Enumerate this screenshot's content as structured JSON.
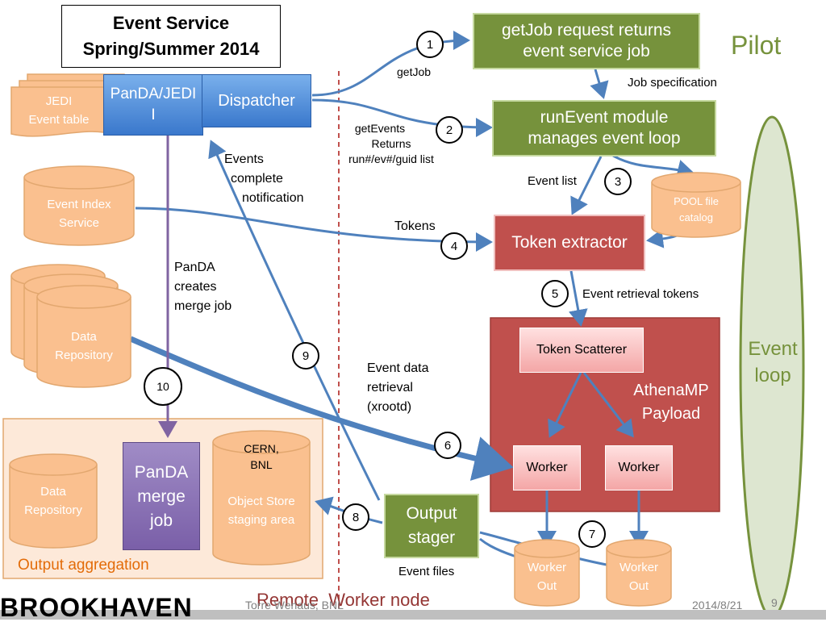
{
  "title": {
    "line1": "Event Service",
    "line2": "Spring/Summer 2014"
  },
  "pilot_label": "Pilot",
  "event_loop": {
    "line1": "Event",
    "line2": "loop"
  },
  "jedi_table": {
    "line1": "JEDI",
    "line2": "Event table"
  },
  "panda_jedi": {
    "line1": "PanDA/JEDI",
    "line2": "I"
  },
  "dispatcher": "Dispatcher",
  "event_index": {
    "line1": "Event Index",
    "line2": "Service"
  },
  "data_repository_top": {
    "line1": "Data",
    "line2": "Repository"
  },
  "data_repository_bottom": {
    "line1": "Data",
    "line2": "Repository"
  },
  "getjob_box": {
    "line1": "getJob request returns",
    "line2": "event service job"
  },
  "runevent_box": {
    "line1": "runEvent module",
    "line2": "manages event loop"
  },
  "token_extractor": "Token extractor",
  "pool_catalog": {
    "line1": "POOL file",
    "line2": "catalog"
  },
  "token_scatterer": "Token Scatterer",
  "athenamp": {
    "line1": "AthenaMP",
    "line2": "Payload"
  },
  "worker_left": "Worker",
  "worker_right": "Worker",
  "worker_out_left": {
    "line1": "Worker",
    "line2": "Out"
  },
  "worker_out_right": {
    "line1": "Worker",
    "line2": "Out"
  },
  "output_stager": {
    "line1": "Output",
    "line2": "stager"
  },
  "object_store": {
    "top1": "CERN,",
    "top2": "BNL",
    "line1": "Object Store",
    "line2": "staging area"
  },
  "panda_merge": {
    "line1": "PanDA",
    "line2": "merge",
    "line3": "job"
  },
  "output_aggregation": "Output aggregation",
  "labels": {
    "getjob": "getJob",
    "job_spec": "Job specification",
    "get_events": {
      "line1": "getEvents",
      "line2": "Returns",
      "line3": "run#/ev#/guid list"
    },
    "events_complete": {
      "line1": "Events",
      "line2": "complete",
      "line3": "notification"
    },
    "event_list": "Event list",
    "tokens": "Tokens",
    "event_retrieval_tokens": "Event retrieval tokens",
    "panda_creates": {
      "line1": "PanDA",
      "line2": "creates",
      "line3": "merge job"
    },
    "event_data": {
      "line1": "Event data",
      "line2": "retrieval",
      "line3": "(xrootd)"
    },
    "event_files": "Event files",
    "remote_worker": "Remote  Worker node"
  },
  "numbers": [
    "1",
    "2",
    "3",
    "4",
    "5",
    "6",
    "7",
    "8",
    "9",
    "10"
  ],
  "footer": {
    "logo": "BROOKHAVEN",
    "author": "Torre Wenaus, BNL",
    "date": "2014/8/21",
    "page": "9"
  },
  "colors": {
    "green": "#76923c",
    "red": "#c0504d",
    "orange": "#fac08f",
    "blue": "#4f81bd",
    "purple": "#8064a2",
    "remote_line": "#c0504d"
  }
}
